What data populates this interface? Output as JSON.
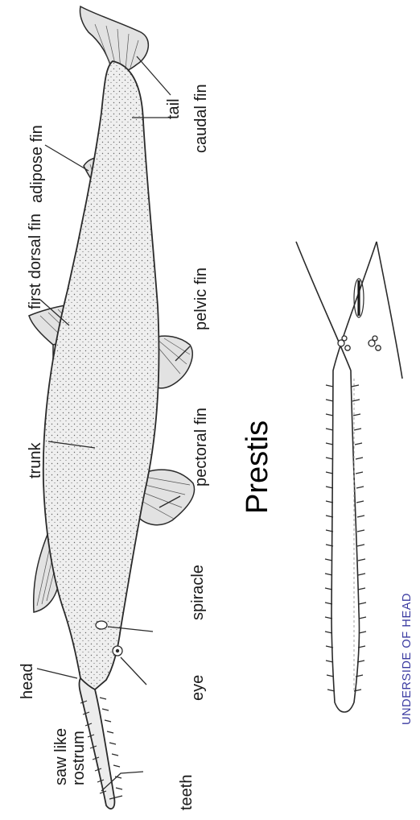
{
  "title": "Prestis",
  "underside_caption": "UNDERSIDE OF HEAD",
  "labels": {
    "saw_like_rostrum_1": "saw like",
    "saw_like_rostrum_2": "rostrum",
    "teeth": "teeth",
    "head": "head",
    "eye": "eye",
    "spiracle": "spiracle",
    "trunk": "trunk",
    "pectoral_fin": "pectoral fin",
    "first_dorsal_fin": "first dorsal fin",
    "pelvic_fin": "pelvic fin",
    "adipose_fin": "adipose fin",
    "tail": "tail",
    "caudal_fin": "caudal fin"
  },
  "colors": {
    "ink": "#2a2a2a",
    "caption": "#3a3aa0"
  }
}
